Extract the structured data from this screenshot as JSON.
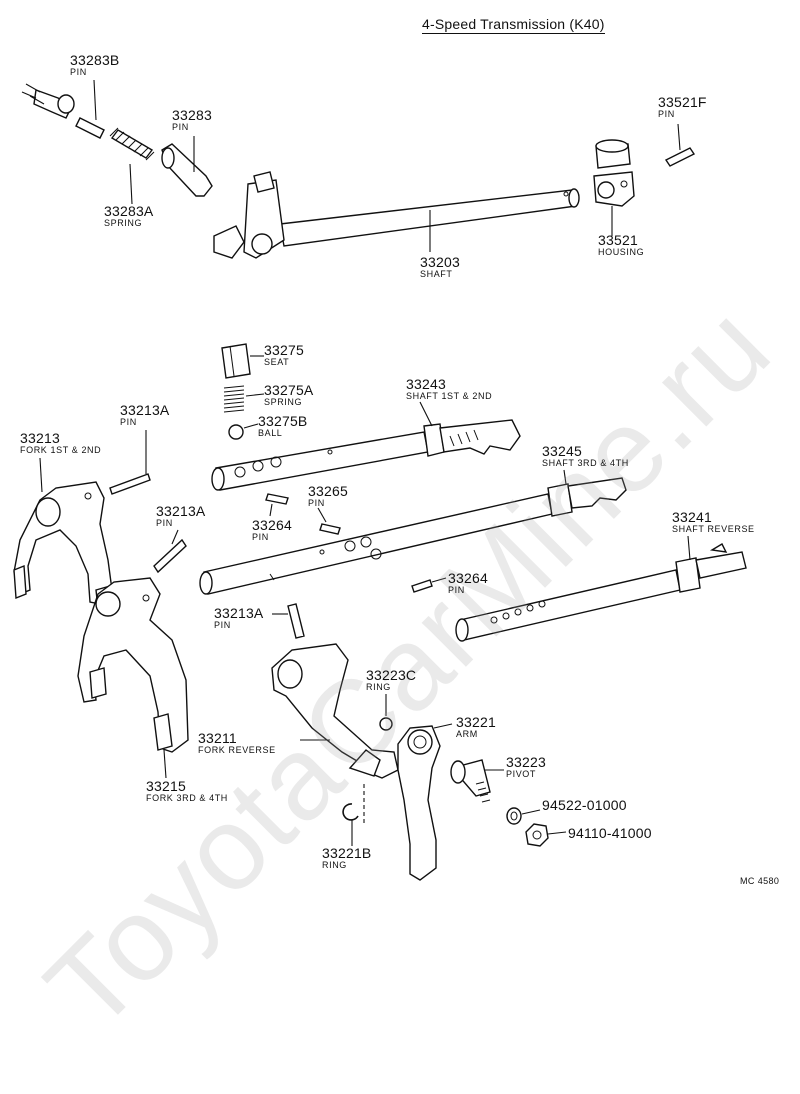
{
  "title": "4-Speed Transmission (K40)",
  "watermark": "ToyotaCarMine.ru",
  "code": "MC 4580",
  "parts": [
    {
      "key": "p33283b",
      "number": "33283B",
      "name": "PIN"
    },
    {
      "key": "p33283",
      "number": "33283",
      "name": "PIN"
    },
    {
      "key": "p33283a",
      "number": "33283A",
      "name": "SPRING"
    },
    {
      "key": "p33203",
      "number": "33203",
      "name": "SHAFT"
    },
    {
      "key": "p33521f",
      "number": "33521F",
      "name": "PIN"
    },
    {
      "key": "p33521",
      "number": "33521",
      "name": "HOUSING"
    },
    {
      "key": "p33275",
      "number": "33275",
      "name": "SEAT"
    },
    {
      "key": "p33275a",
      "number": "33275A",
      "name": "SPRING"
    },
    {
      "key": "p33275b",
      "number": "33275B",
      "name": "BALL"
    },
    {
      "key": "p33243",
      "number": "33243",
      "name": "SHAFT 1ST & 2ND"
    },
    {
      "key": "p33213a_1",
      "number": "33213A",
      "name": "PIN"
    },
    {
      "key": "p33213",
      "number": "33213",
      "name": "FORK 1ST & 2ND"
    },
    {
      "key": "p33245",
      "number": "33245",
      "name": "SHAFT 3RD & 4TH"
    },
    {
      "key": "p33265",
      "number": "33265",
      "name": "PIN"
    },
    {
      "key": "p33264_1",
      "number": "33264",
      "name": "PIN"
    },
    {
      "key": "p33213a_2",
      "number": "33213A",
      "name": "PIN"
    },
    {
      "key": "p33241",
      "number": "33241",
      "name": "SHAFT REVERSE"
    },
    {
      "key": "p33264_2",
      "number": "33264",
      "name": "PIN"
    },
    {
      "key": "p33213a_3",
      "number": "33213A",
      "name": "PIN"
    },
    {
      "key": "p33223c",
      "number": "33223C",
      "name": "RING"
    },
    {
      "key": "p33221",
      "number": "33221",
      "name": "ARM"
    },
    {
      "key": "p33211",
      "number": "33211",
      "name": "FORK REVERSE"
    },
    {
      "key": "p33223",
      "number": "33223",
      "name": "PIVOT"
    },
    {
      "key": "p94522",
      "number": "94522-01000",
      "name": ""
    },
    {
      "key": "p94110",
      "number": "94110-41000",
      "name": ""
    },
    {
      "key": "p33215",
      "number": "33215",
      "name": "FORK 3RD & 4TH"
    },
    {
      "key": "p33221b",
      "number": "33221B",
      "name": "RING"
    }
  ]
}
